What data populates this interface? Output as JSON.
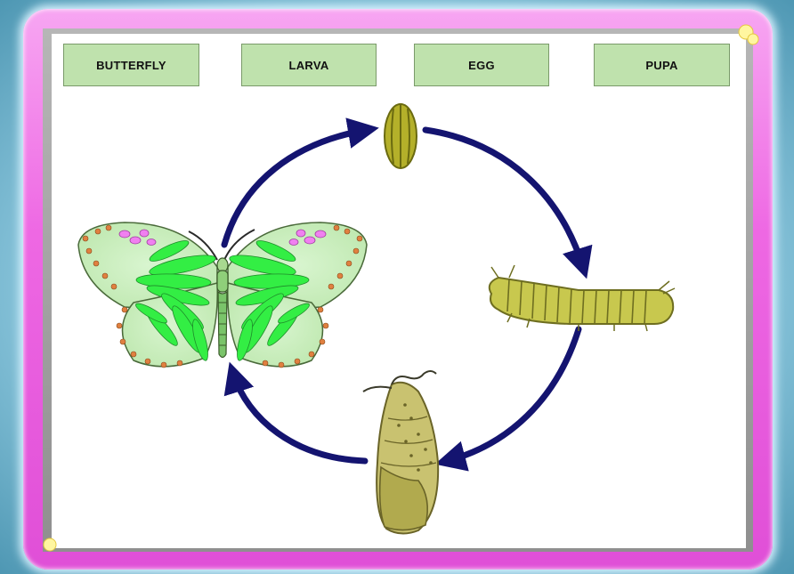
{
  "labels": {
    "butterfly": "BUTTERFLY",
    "larva": "LARVA",
    "egg": "EGG",
    "pupa": "PUPA"
  },
  "colors": {
    "frame": "#ee68e3",
    "label_bg": "#bfe2ad",
    "arrow": "#141470",
    "wing_green": "#33ee44",
    "body_olive": "#b9b94a"
  }
}
